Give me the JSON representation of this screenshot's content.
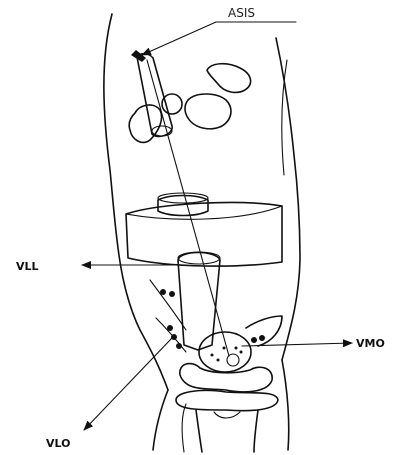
{
  "labels": {
    "asis": "ASIS",
    "vll": "VLL",
    "vlo": "VLO",
    "vmo": "VMO"
  },
  "colors": {
    "ink": "#111111",
    "background": "#ffffff"
  }
}
